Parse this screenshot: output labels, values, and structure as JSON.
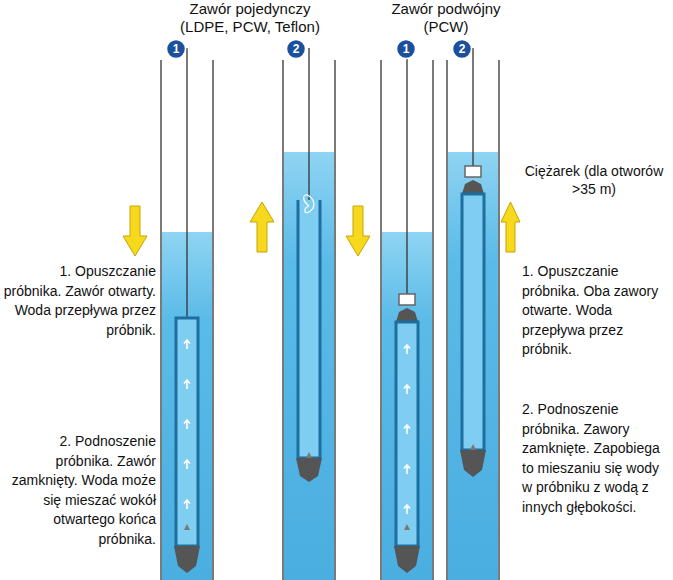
{
  "diagram": {
    "labels": [
      "Zawór pojedynczy (LDPE, PCW, Teflon)",
      "Zawór podwójny (PCW)",
      "1",
      "2",
      "1",
      "2",
      "Ciężarek (dla otworów >35 m)",
      "1. Opuszczanie próbnika. Zawór otwarty. Woda przepływa przez próbnik.",
      "2. Podnoszenie próbnika. Zawór zamknięty. Woda może się mieszać wokół otwartego końca próbnika.",
      "1. Opuszczanie próbnika. Oba zawory otwarte. Woda przepływa przez próbnik.",
      "2. Podnoszenie próbnika. Zawory zamknięte. Zapobiega to mieszaniu się wody w próbniku z wodą z innych głębokości."
    ]
  }
}
